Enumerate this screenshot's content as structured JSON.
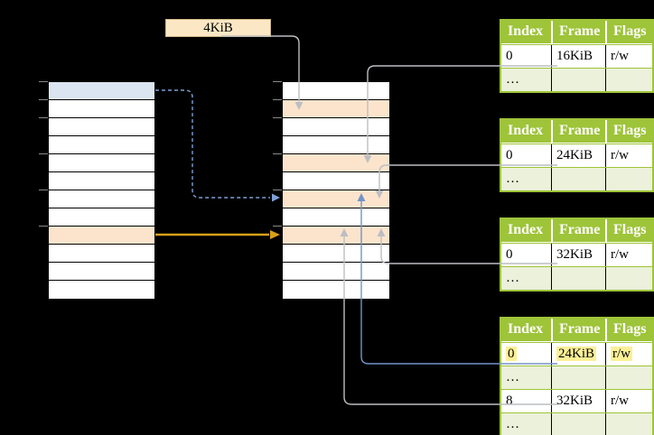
{
  "diagram": {
    "title": "page-table-translation-diagram",
    "page_size_label": "4KiB",
    "colors": {
      "row_white": "#ffffff",
      "row_blue": "#dbe5f1",
      "row_orange": "#fce4cc",
      "green_header": "#9ec439",
      "green_border": "#9ec439",
      "green_light": "#ebf1da",
      "highlight_yellow": "#fbf096",
      "psbox_fill": "#fbe7c4",
      "psbox_border": "#cfb684",
      "tick": "#8a8a8a",
      "arrow_gray": "#bcbec2",
      "arrow_blue": "#7394c8",
      "arrow_blue_dash": "#7da0d4",
      "arrow_orange": "#d9a019"
    },
    "memory_columns": [
      {
        "name": "left-memory-column",
        "rows": [
          "blue",
          "white",
          "white",
          "white",
          "white",
          "white",
          "white",
          "white",
          "orange",
          "white",
          "white",
          "white"
        ],
        "tick_rows": [
          0,
          1,
          2,
          4,
          6,
          8
        ]
      },
      {
        "name": "middle-memory-column",
        "rows": [
          "white",
          "orange",
          "white",
          "white",
          "orange",
          "white",
          "orange",
          "white",
          "orange",
          "white",
          "white",
          "white"
        ],
        "tick_rows": [
          0,
          1,
          2,
          4,
          6,
          8
        ]
      }
    ],
    "page_tables": [
      {
        "name": "page-table-1",
        "headers": [
          "Index",
          "Frame",
          "Flags"
        ],
        "rows": [
          {
            "cells": [
              "0",
              "16KiB",
              "r/w"
            ],
            "shaded": false,
            "highlight": false
          },
          {
            "cells": [
              "…",
              "",
              ""
            ],
            "shaded": true,
            "highlight": false
          }
        ]
      },
      {
        "name": "page-table-2",
        "headers": [
          "Index",
          "Frame",
          "Flags"
        ],
        "rows": [
          {
            "cells": [
              "0",
              "24KiB",
              "r/w"
            ],
            "shaded": false,
            "highlight": false
          },
          {
            "cells": [
              "…",
              "",
              ""
            ],
            "shaded": true,
            "highlight": false
          }
        ]
      },
      {
        "name": "page-table-3",
        "headers": [
          "Index",
          "Frame",
          "Flags"
        ],
        "rows": [
          {
            "cells": [
              "0",
              "32KiB",
              "r/w"
            ],
            "shaded": false,
            "highlight": false
          },
          {
            "cells": [
              "…",
              "",
              ""
            ],
            "shaded": true,
            "highlight": false
          }
        ]
      },
      {
        "name": "page-table-4",
        "headers": [
          "Index",
          "Frame",
          "Flags"
        ],
        "rows": [
          {
            "cells": [
              "0",
              "24KiB",
              "r/w"
            ],
            "shaded": false,
            "highlight": true
          },
          {
            "cells": [
              "…",
              "",
              ""
            ],
            "shaded": true,
            "highlight": false
          },
          {
            "cells": [
              "8",
              "32KiB",
              "r/w"
            ],
            "shaded": false,
            "highlight": false
          },
          {
            "cells": [
              "…",
              "",
              ""
            ],
            "shaded": true,
            "highlight": false
          }
        ]
      }
    ]
  }
}
